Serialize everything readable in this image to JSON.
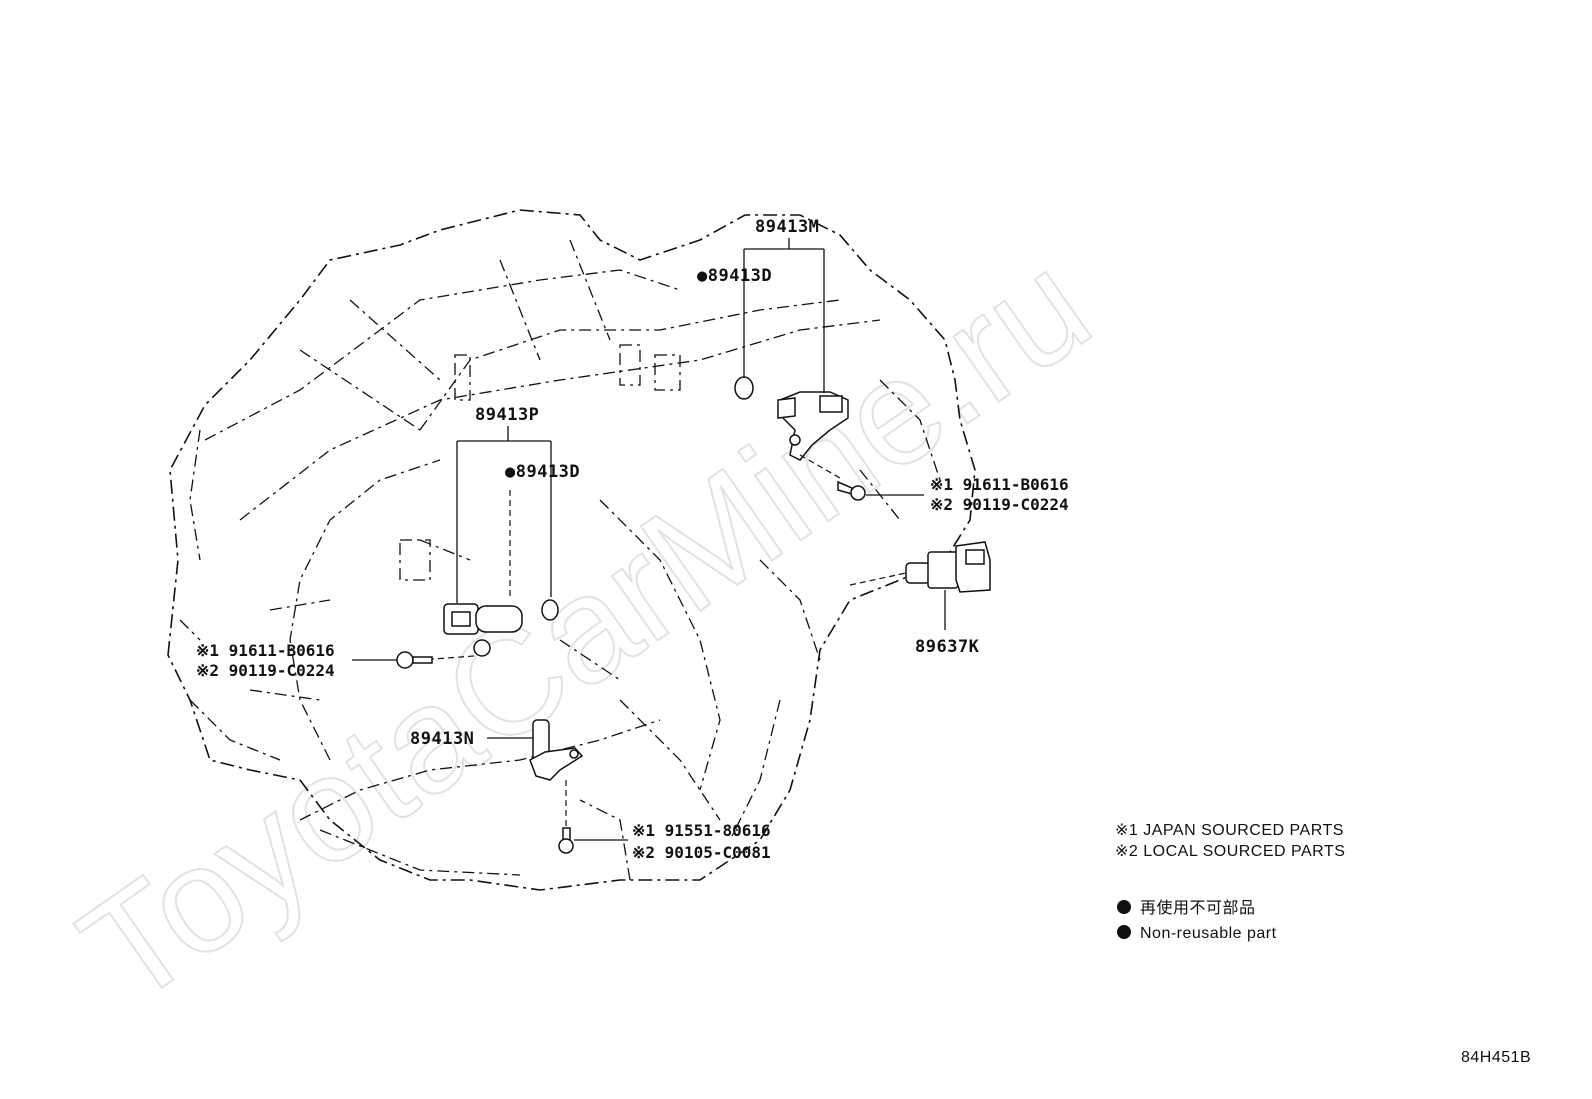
{
  "watermark": "ToyotaCarMine.ru",
  "callouts": {
    "p89413M": "89413M",
    "p89413D_top": "●89413D",
    "p89413P": "89413P",
    "p89413D_mid": "●89413D",
    "p89413N": "89413N",
    "p89637K": "89637K",
    "bolt_right_1": "※1 91611-B0616",
    "bolt_right_2": "※2 90119-C0224",
    "bolt_left_1": "※1 91611-B0616",
    "bolt_left_2": "※2 90119-C0224",
    "bolt_bottom_1": "※1 91551-80616",
    "bolt_bottom_2": "※2 90105-C0081"
  },
  "legend": {
    "note1": "※1 JAPAN SOURCED PARTS",
    "note2": "※2 LOCAL SOURCED PARTS",
    "nonreusable_jp": "再使用不可部品",
    "nonreusable_en": "Non-reusable part"
  },
  "diagram_code": "84H451B"
}
